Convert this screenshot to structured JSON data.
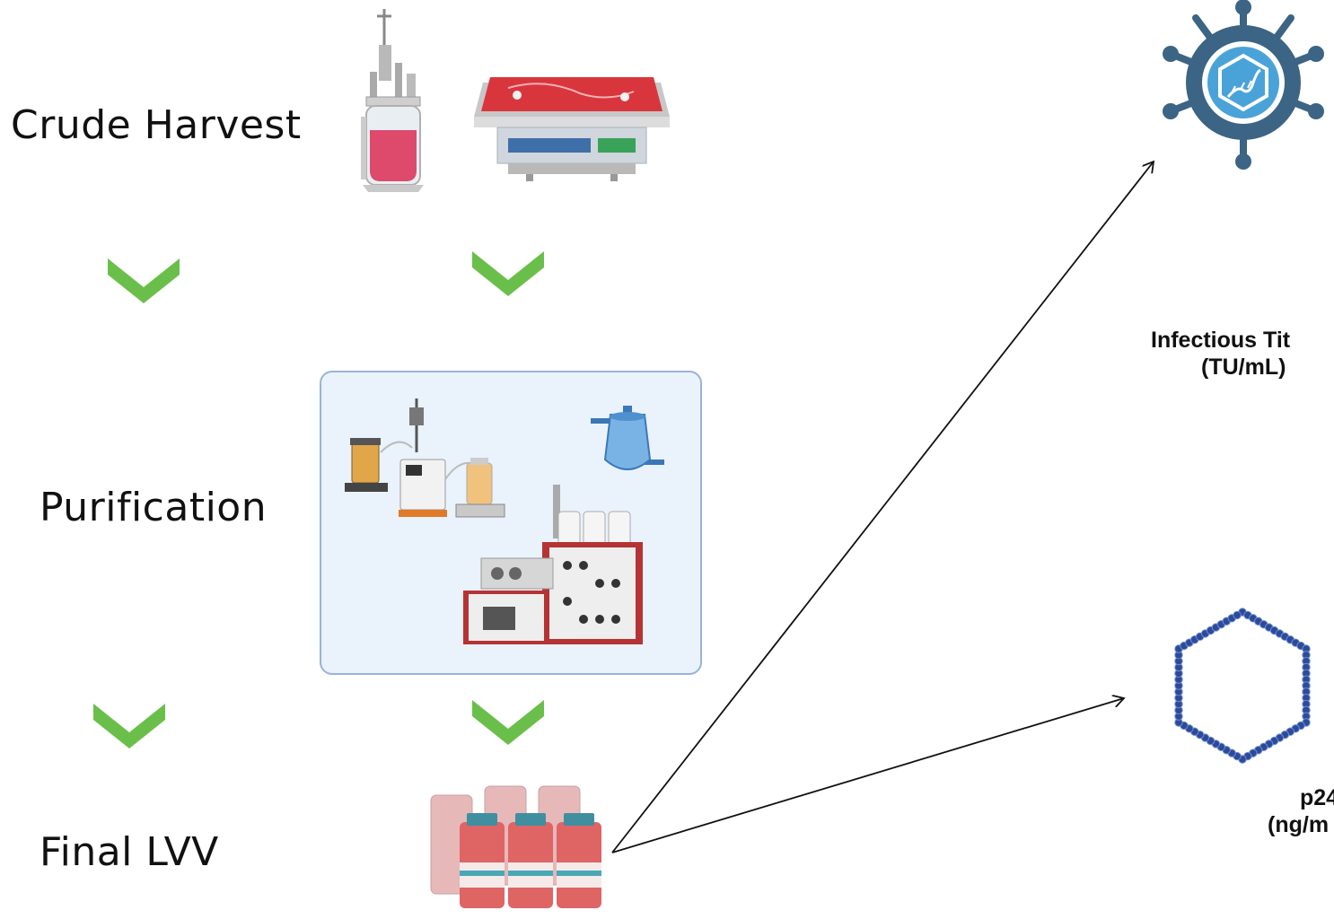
{
  "stages": {
    "crude_harvest": "Crude Harvest",
    "purification": "Purification",
    "final_lvv": "Final LVV"
  },
  "metrics": {
    "infectious_titer": {
      "line1": "Infectious Tit",
      "line2": "(TU/mL)"
    },
    "p24": {
      "line1": "p24",
      "line2": "(ng/m"
    }
  },
  "icons": {
    "bioreactor": "bioreactor-icon",
    "rocking_bioreactor": "rocking-bioreactor-icon",
    "chevron": "chevron-down-icon",
    "tff_system": "tff-system-icon",
    "filter": "filter-capsule-icon",
    "chromatography": "chromatography-system-icon",
    "vials": "vials-icon",
    "virus": "virus-icon",
    "capsid": "capsid-icon"
  },
  "colors": {
    "chevron_green": "#6abf4b",
    "panel_fill": "#eaf2fb",
    "panel_border": "#9ab3d6",
    "virus_blue": "#3c6484",
    "virus_inner": "#4aa3d8",
    "capsid_bead": "#2d4a9a",
    "media_red": "#d9353d"
  }
}
